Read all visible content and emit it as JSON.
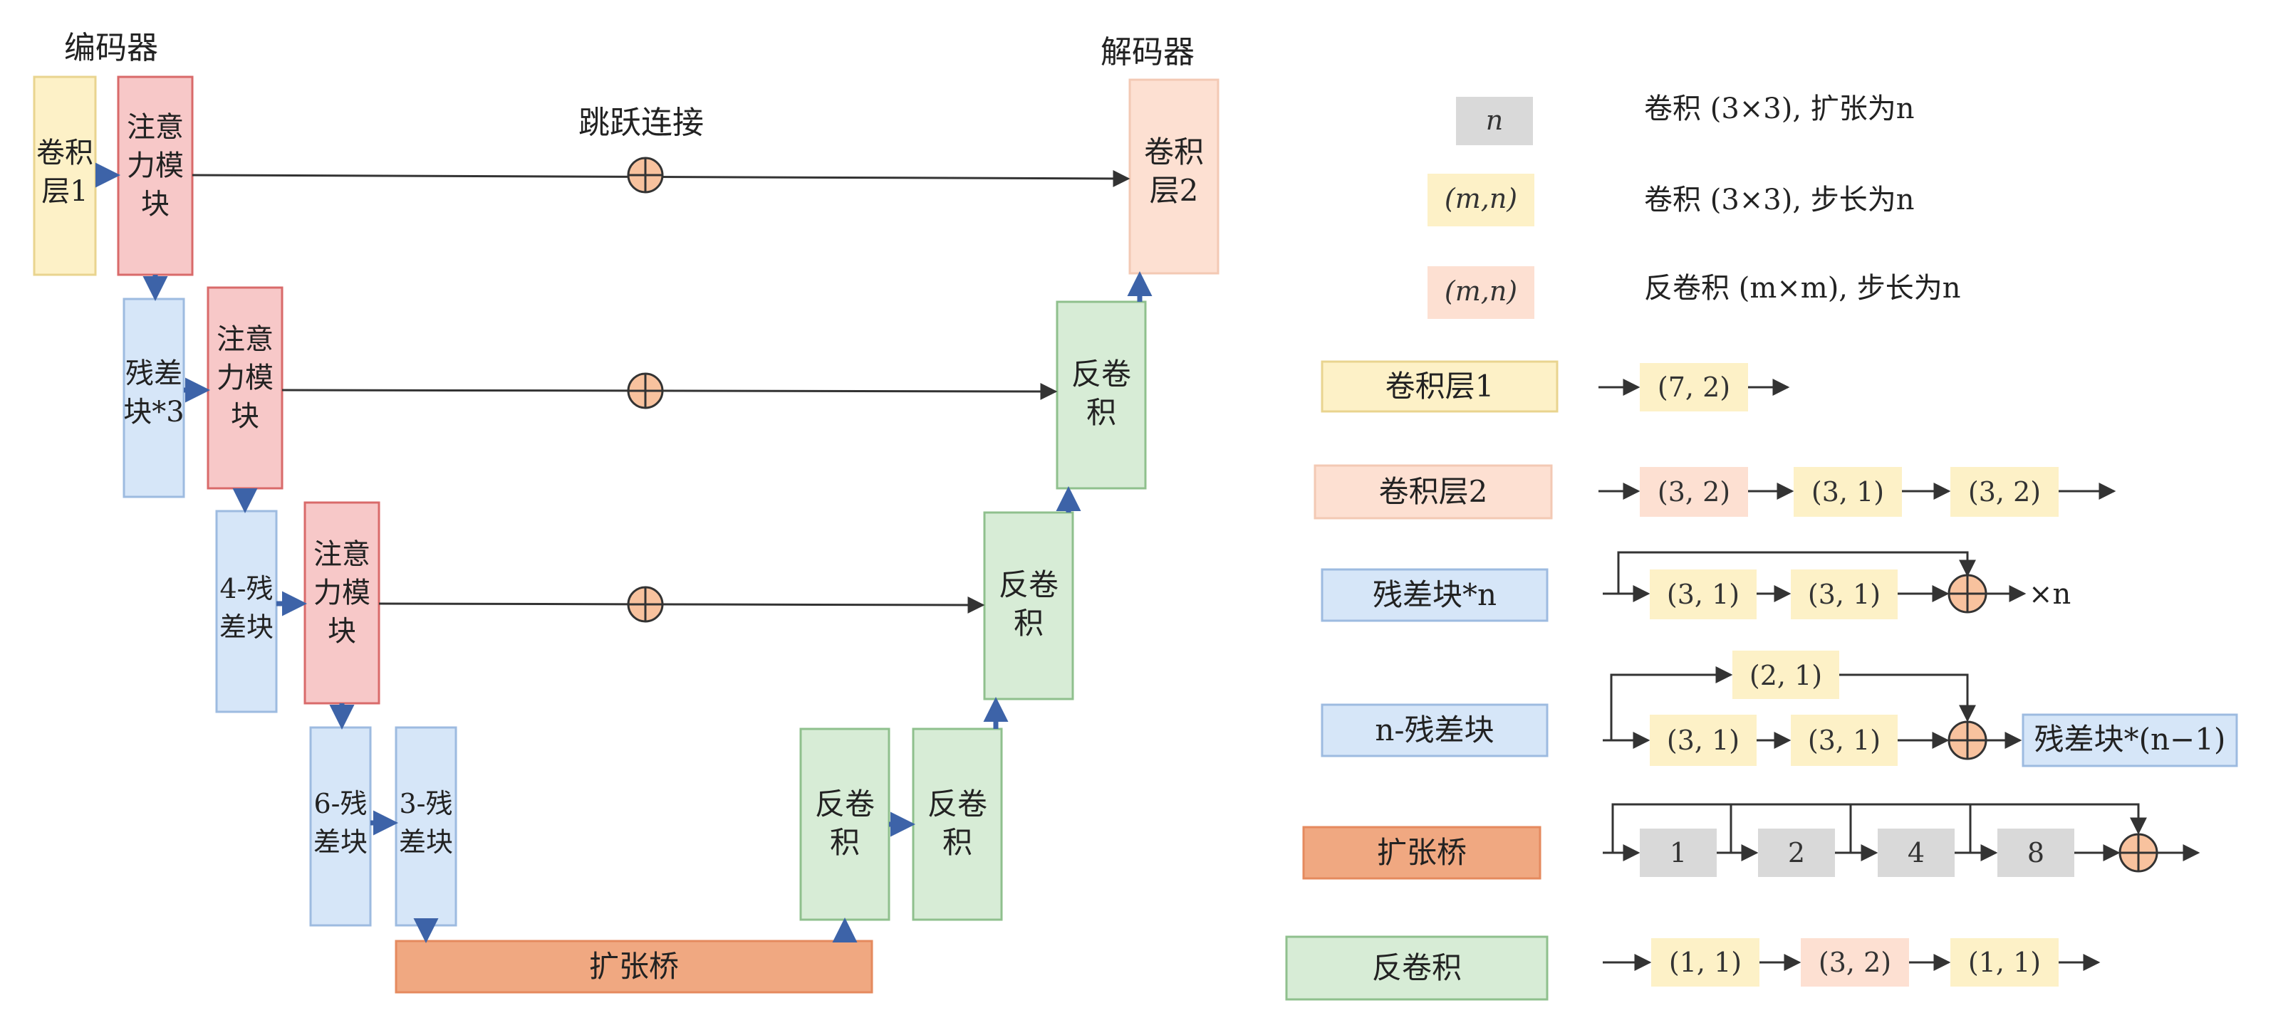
{
  "colors": {
    "conv": "#fdf1c7",
    "conv_stroke": "#e9d48f",
    "attention": "#f7c8c8",
    "attention_stroke": "#d96a6a",
    "residual": "#d6e6f8",
    "residual_stroke": "#9dbbe0",
    "deconv": "#d7ecd6",
    "deconv_stroke": "#8fc08d",
    "dilation": "#f0a881",
    "dilation_stroke": "#e58a5e",
    "peach": "#fde0d2",
    "gray": "#d9d9d9",
    "arrow_blue": "#3d63a8",
    "line": "#333333",
    "circle_fill": "#f8c29e"
  },
  "headers": {
    "encoder": "编码器",
    "decoder": "解码器",
    "skip": "跳跃连接"
  },
  "blocks": {
    "conv1": [
      "卷积",
      "层1"
    ],
    "attention": [
      "注意",
      "力模",
      "块"
    ],
    "res3": [
      "残差",
      "块*3"
    ],
    "res4": [
      "4-残",
      "差块"
    ],
    "res6": [
      "6-残",
      "差块"
    ],
    "res3b": [
      "3-残",
      "差块"
    ],
    "dilation": "扩张桥",
    "deconv": [
      "反卷",
      "积"
    ],
    "conv2": [
      "卷积",
      "层2"
    ]
  },
  "legend": {
    "top": [
      {
        "chip": "n",
        "text": "卷积 (3×3), 扩张为n"
      },
      {
        "chip": "(m,n)",
        "text": "卷积 (3×3), 步长为n"
      },
      {
        "chip": "(m,n)",
        "text": "反卷积 (m×m), 步长为n"
      }
    ],
    "rows": {
      "conv1": {
        "label": "卷积层1",
        "chips": [
          "(7, 2)"
        ]
      },
      "conv2": {
        "label": "卷积层2",
        "chips": [
          "(3, 2)",
          "(3, 1)",
          "(3, 2)"
        ]
      },
      "res_n": {
        "label": "残差块*n",
        "chips": [
          "(3, 1)",
          "(3, 1)"
        ],
        "suffix": "×n"
      },
      "n_res": {
        "label": "n-残差块",
        "top_chip": "(2, 1)",
        "chips": [
          "(3, 1)",
          "(3, 1)"
        ],
        "out": "残差块*(n−1)"
      },
      "dilation": {
        "label": "扩张桥",
        "chips": [
          "1",
          "2",
          "4",
          "8"
        ]
      },
      "deconv": {
        "label": "反卷积",
        "chips": [
          "(1, 1)",
          "(3, 2)",
          "(1, 1)"
        ]
      }
    }
  }
}
